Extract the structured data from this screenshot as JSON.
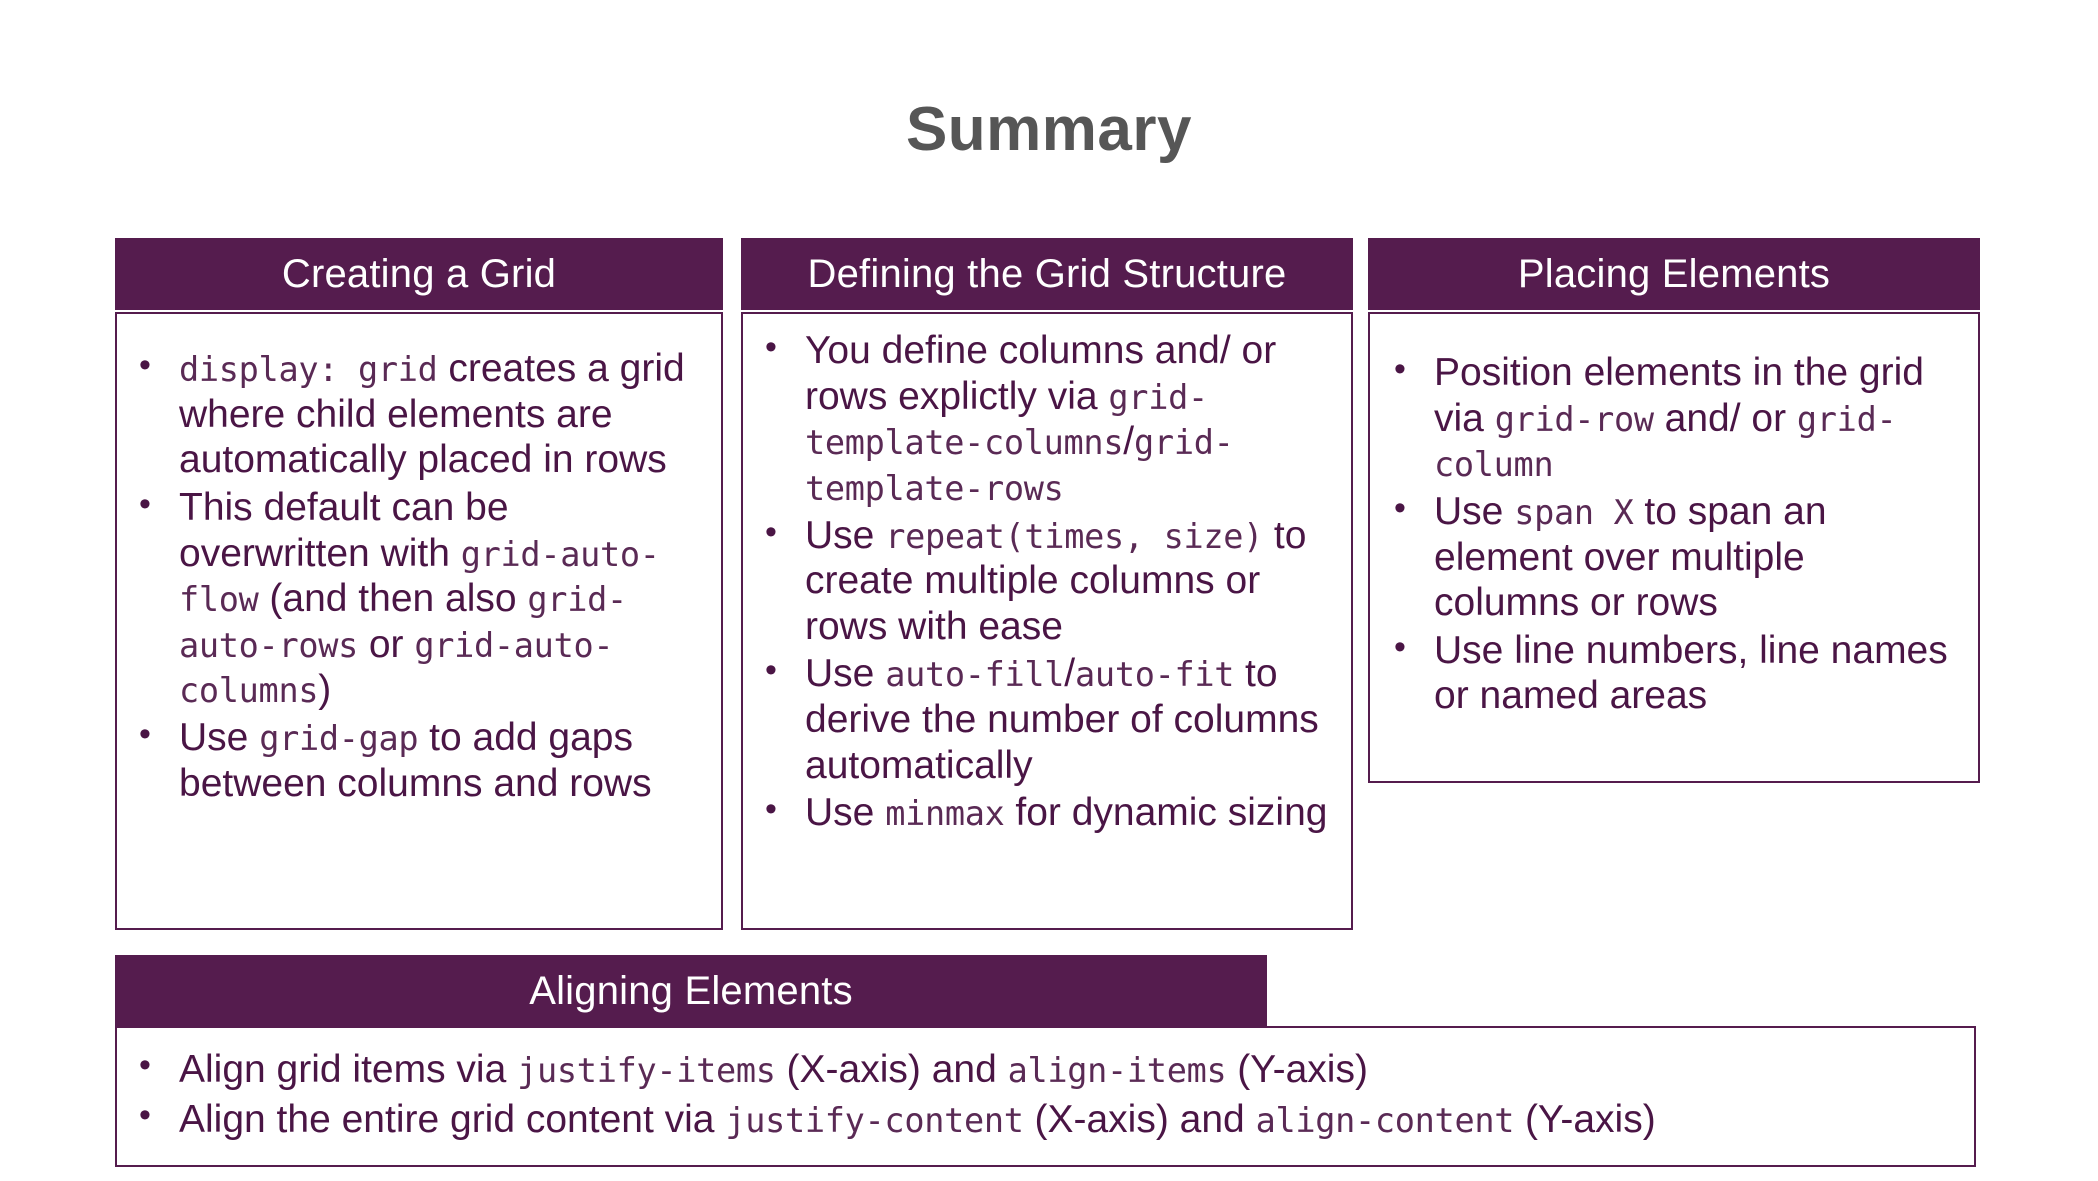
{
  "slide": {
    "title": "Summary",
    "title_color": "#565656",
    "accent_color": "#551C4E",
    "text_color": "#4A1545",
    "background": "#ffffff"
  },
  "panels": [
    {
      "id": "creating",
      "header": "Creating a Grid",
      "bullets": [
        [
          {
            "type": "code",
            "text": "display: grid"
          },
          {
            "type": "text",
            "text": " creates a grid where child elements are automatically placed in rows"
          }
        ],
        [
          {
            "type": "text",
            "text": "This default can be overwritten with "
          },
          {
            "type": "code",
            "text": "grid-auto-flow"
          },
          {
            "type": "text",
            "text": " (and then also "
          },
          {
            "type": "code",
            "text": "grid-auto-rows"
          },
          {
            "type": "text",
            "text": " or "
          },
          {
            "type": "code",
            "text": "grid-auto-columns"
          },
          {
            "type": "text",
            "text": ")"
          }
        ],
        [
          {
            "type": "text",
            "text": "Use "
          },
          {
            "type": "code",
            "text": "grid-gap"
          },
          {
            "type": "text",
            "text": " to add gaps between columns and rows"
          }
        ]
      ]
    },
    {
      "id": "defining",
      "header": "Defining the Grid Structure",
      "bullets": [
        [
          {
            "type": "text",
            "text": "You define columns and/ or rows explictly via "
          },
          {
            "type": "code",
            "text": "grid-template-columns"
          },
          {
            "type": "text",
            "text": "/"
          },
          {
            "type": "code",
            "text": "grid-template-rows"
          }
        ],
        [
          {
            "type": "text",
            "text": "Use "
          },
          {
            "type": "code",
            "text": "repeat(times, size)"
          },
          {
            "type": "text",
            "text": "  to create multiple columns or rows with ease"
          }
        ],
        [
          {
            "type": "text",
            "text": "Use "
          },
          {
            "type": "code",
            "text": "auto-fill"
          },
          {
            "type": "text",
            "text": "/"
          },
          {
            "type": "code",
            "text": "auto-fit"
          },
          {
            "type": "text",
            "text": " to derive the number of columns automatically"
          }
        ],
        [
          {
            "type": "text",
            "text": "Use "
          },
          {
            "type": "code",
            "text": "minmax"
          },
          {
            "type": "text",
            "text": " for dynamic sizing"
          }
        ]
      ]
    },
    {
      "id": "placing",
      "header": "Placing Elements",
      "bullets": [
        [
          {
            "type": "text",
            "text": "Position elements in the grid via "
          },
          {
            "type": "code",
            "text": "grid-row"
          },
          {
            "type": "text",
            "text": " and/ or "
          },
          {
            "type": "code",
            "text": "grid-column"
          }
        ],
        [
          {
            "type": "text",
            "text": "Use "
          },
          {
            "type": "code",
            "text": "span X"
          },
          {
            "type": "text",
            "text": " to span an element over multiple columns or rows"
          }
        ],
        [
          {
            "type": "text",
            "text": "Use line numbers, line names or named areas"
          }
        ]
      ]
    },
    {
      "id": "aligning",
      "header": "Aligning Elements",
      "bullets": [
        [
          {
            "type": "text",
            "text": "Align grid items via "
          },
          {
            "type": "code",
            "text": "justify-items"
          },
          {
            "type": "text",
            "text": " (X-axis) and "
          },
          {
            "type": "code",
            "text": "align-items"
          },
          {
            "type": "text",
            "text": " (Y-axis)"
          }
        ],
        [
          {
            "type": "text",
            "text": "Align the entire grid content via "
          },
          {
            "type": "code",
            "text": "justify-content"
          },
          {
            "type": "text",
            "text": " (X-axis) and "
          },
          {
            "type": "code",
            "text": "align-content"
          },
          {
            "type": "text",
            "text": " (Y-axis)"
          }
        ]
      ]
    }
  ]
}
